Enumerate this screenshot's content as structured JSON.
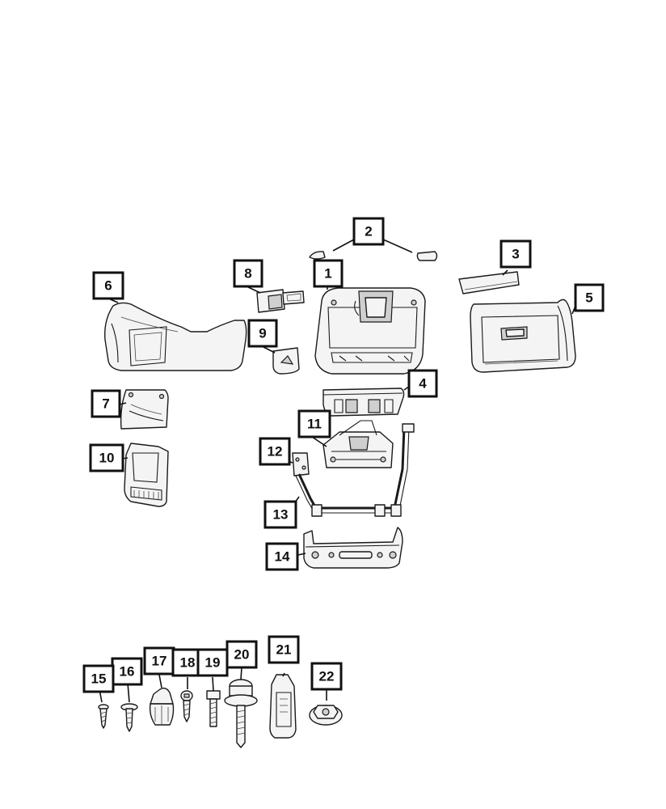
{
  "callouts": [
    {
      "label": "1"
    },
    {
      "label": "2"
    },
    {
      "label": "3"
    },
    {
      "label": "4"
    },
    {
      "label": "5"
    },
    {
      "label": "6"
    },
    {
      "label": "7"
    },
    {
      "label": "8"
    },
    {
      "label": "9"
    },
    {
      "label": "10"
    },
    {
      "label": "11"
    },
    {
      "label": "12"
    },
    {
      "label": "13"
    },
    {
      "label": "14"
    },
    {
      "label": "15"
    },
    {
      "label": "16"
    },
    {
      "label": "17"
    },
    {
      "label": "18"
    },
    {
      "label": "19"
    },
    {
      "label": "20"
    },
    {
      "label": "21"
    },
    {
      "label": "22"
    }
  ],
  "colors": {
    "line": "#111111",
    "fill": "#f4f4f4",
    "shade": "#cfcfcf"
  }
}
